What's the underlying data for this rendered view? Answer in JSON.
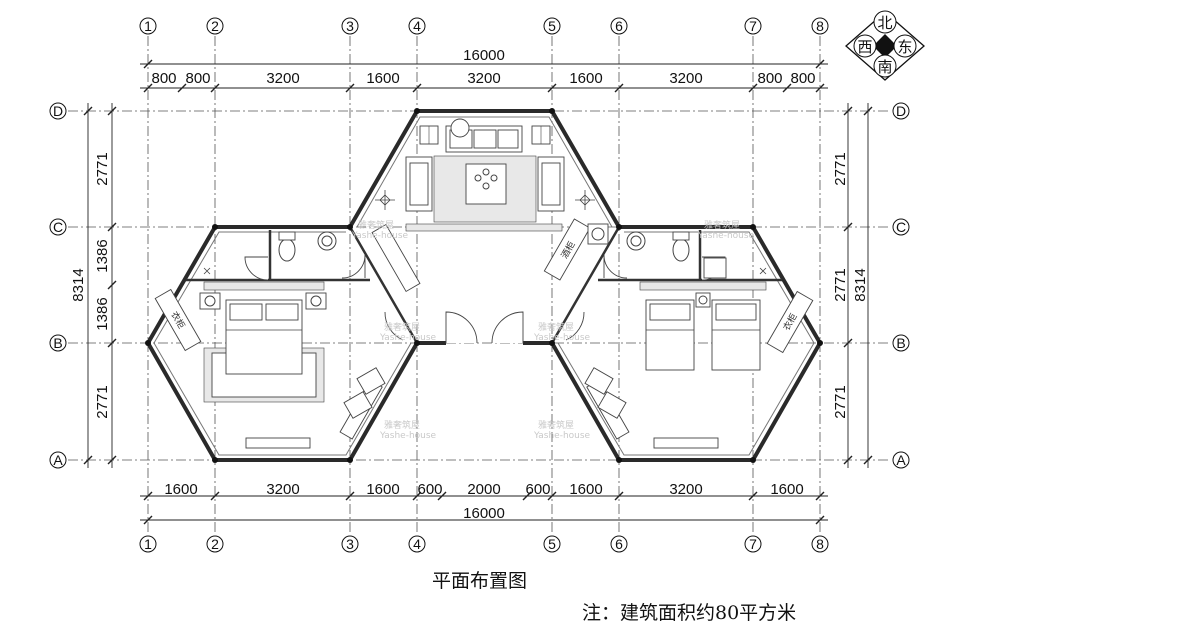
{
  "axes_vertical": [
    "1",
    "2",
    "3",
    "4",
    "5",
    "6",
    "7",
    "8"
  ],
  "axes_horizontal": [
    "D",
    "C",
    "B",
    "A"
  ],
  "top_overall": "16000",
  "top_dims": [
    "800",
    "800",
    "3200",
    "1600",
    "3200",
    "1600",
    "3200",
    "800",
    "800"
  ],
  "bottom_dims": [
    "1600",
    "3200",
    "1600",
    "600",
    "2000",
    "600",
    "1600",
    "3200",
    "1600"
  ],
  "bottom_overall": "16000",
  "left_dims": [
    "2771",
    "1386",
    "1386",
    "2771"
  ],
  "left_overall": "8314",
  "right_dims": [
    "2771",
    "2771",
    "2771"
  ],
  "right_overall": "8314",
  "compass": {
    "north": "北",
    "south": "南",
    "east": "东",
    "west": "西"
  },
  "furniture_labels": {
    "left_cabinet": "衣柜",
    "right_cabinet": "衣柜",
    "bar": "酒柜"
  },
  "watermark": {
    "cn": "雅奢筑屋",
    "en": "Yashe-house"
  },
  "caption_title": "平面布置图",
  "caption_note": "注：建筑面积约80平方米"
}
